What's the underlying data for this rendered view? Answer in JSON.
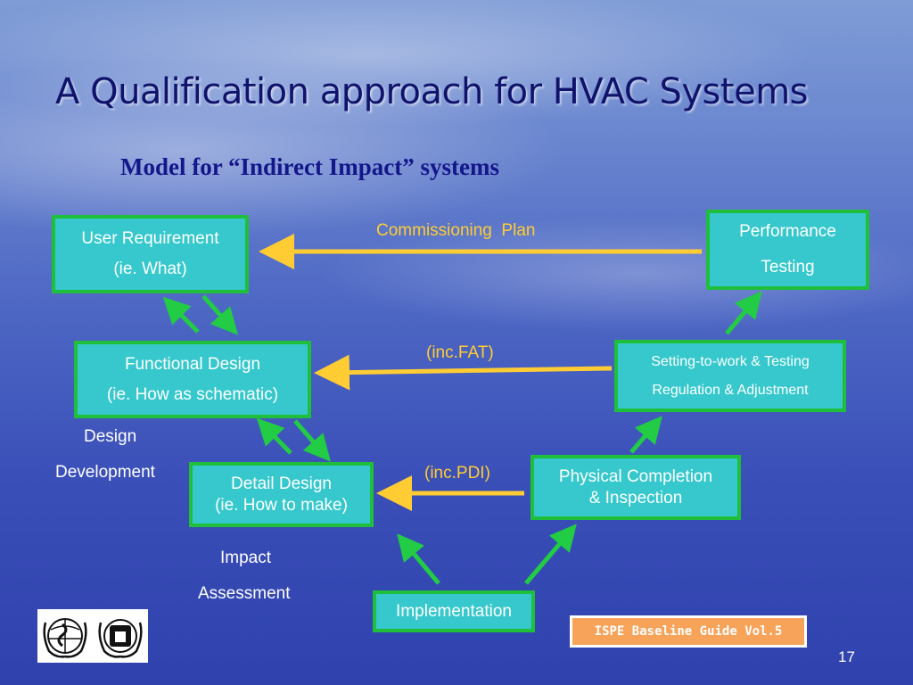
{
  "title": "A Qualification approach for HVAC Systems",
  "subtitle": "Model for “Indirect Impact” systems",
  "boxes": {
    "user_requirement": {
      "line1": "User Requirement",
      "line2": "(ie. What)"
    },
    "functional_design": {
      "line1": "Functional Design",
      "line2": "(ie. How as schematic)"
    },
    "detail_design": {
      "line1": "Detail Design",
      "line2": "(ie. How to make)"
    },
    "implementation": {
      "line1": "Implementation"
    },
    "physical_completion": {
      "line1": "Physical Completion",
      "line2": "& Inspection"
    },
    "setting_to_work": {
      "line1": "Setting-to-work & Testing",
      "line2": "Regulation & Adjustment"
    },
    "performance_testing": {
      "line1": "Performance",
      "line2": "Testing"
    }
  },
  "labels": {
    "commissioning_plan": "Commissioning  Plan",
    "inc_fat": "(inc.FAT)",
    "inc_pdi": "(inc.PDI)",
    "design_development_1": "Design",
    "design_development_2": "Development",
    "impact_assessment_1": "Impact",
    "impact_assessment_2": "Assessment"
  },
  "logos": [
    "who-emblem-icon",
    "unesco-emblem-icon"
  ],
  "reference_badge": "ISPE Baseline Guide Vol.5",
  "page_number": "17",
  "colors": {
    "box_fill": "#36c8cc",
    "box_border": "#1fbf3c",
    "yellow_arrow": "#ffcc33",
    "green_arrow": "#22cc44",
    "title_text": "#10136b",
    "badge": "#f7a35a"
  }
}
